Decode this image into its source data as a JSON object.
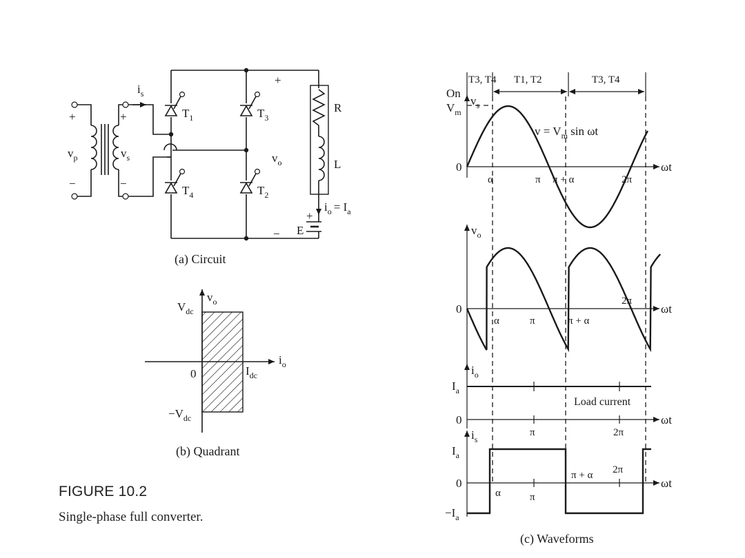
{
  "figure": {
    "number": "FIGURE 10.2",
    "description": "Single-phase full converter."
  },
  "circuit": {
    "caption": "(a) Circuit",
    "primary_label": "v",
    "primary_sub": "p",
    "secondary_label": "v",
    "secondary_sub": "s",
    "source_current": "i",
    "source_current_sub": "s",
    "plus": "+",
    "minus": "−",
    "thyristors": [
      {
        "name": "T",
        "sub": "1"
      },
      {
        "name": "T",
        "sub": "3"
      },
      {
        "name": "T",
        "sub": "4"
      },
      {
        "name": "T",
        "sub": "2"
      }
    ],
    "output_label": "v",
    "output_sub": "o",
    "resistor": "R",
    "inductor": "L",
    "load_current": "i",
    "load_current_sub": "o",
    "load_current_rhs": "= I",
    "load_current_rhs_sub": "a",
    "emf": "E"
  },
  "quadrant": {
    "caption": "(b) Quadrant",
    "y_axis": "v",
    "y_axis_sub": "o",
    "x_axis": "i",
    "x_axis_sub": "o",
    "vdc": "V",
    "vdc_sub": "dc",
    "neg_vdc": "−V",
    "neg_vdc_sub": "dc",
    "idc": "I",
    "idc_sub": "dc",
    "origin": "0"
  },
  "waveforms": {
    "caption": "(c) Waveforms",
    "on_label": "On",
    "conduction": [
      "T3, T4",
      "T1, T2",
      "T3, T4"
    ],
    "vs_label": "v",
    "vs_sub": "s",
    "vm_label": "V",
    "vm_sub": "m",
    "equation": "v = V",
    "equation_sub": "m",
    "equation_tail": " sin ωt",
    "wt": "ωt",
    "zero": "0",
    "alpha": "α",
    "pi": "π",
    "pi_plus_alpha": "π + α",
    "two_pi": "2π",
    "vo_label": "v",
    "vo_sub": "o",
    "io_label": "i",
    "io_sub": "o",
    "ia_label": "I",
    "ia_sub": "a",
    "neg_ia_label": "−I",
    "load_current": "Load current",
    "is_label": "i",
    "is_sub": "s",
    "firing_angle_fraction_of_pi": 0.24
  }
}
